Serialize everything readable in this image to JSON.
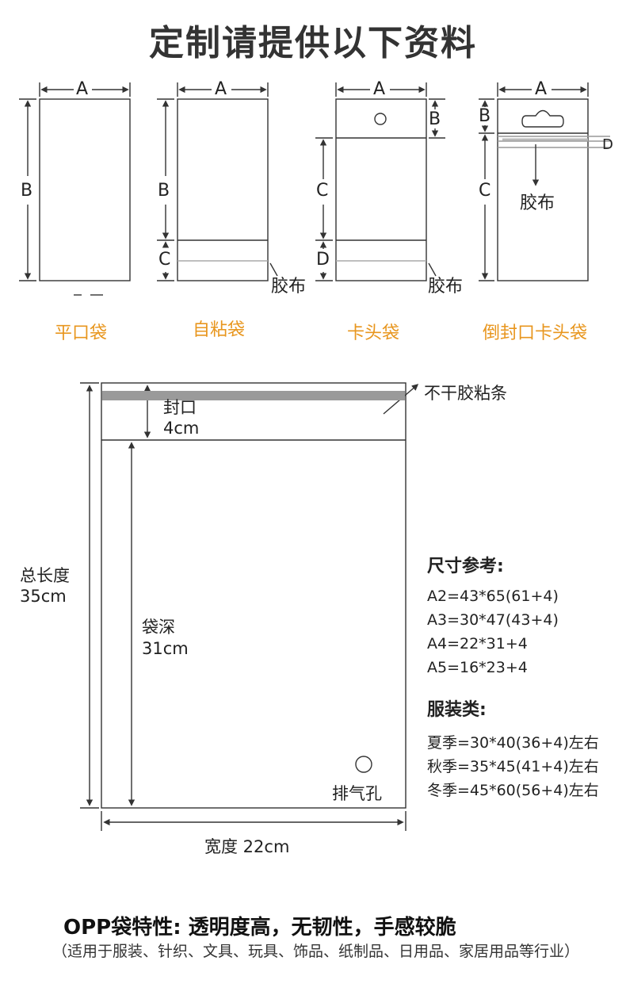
{
  "title": "定制请提供以下资料",
  "bag_types": [
    {
      "caption": "平口袋",
      "labels": {
        "a": "A",
        "b": "B"
      }
    },
    {
      "caption": "自粘袋",
      "labels": {
        "a": "A",
        "b": "B",
        "c": "C",
        "tape": "胶布"
      }
    },
    {
      "caption": "卡头袋",
      "labels": {
        "a": "A",
        "b": "B",
        "c": "C",
        "d": "D",
        "tape": "胶布"
      }
    },
    {
      "caption": "倒封口卡头袋",
      "labels": {
        "a": "A",
        "b": "B",
        "c": "C",
        "d": "D",
        "tape": "胶布"
      }
    }
  ],
  "main_diagram": {
    "adhesive_label": "不干胶粘条",
    "seal_label": "封口",
    "seal_value": "4cm",
    "total_length_label": "总长度",
    "total_length_value": "35cm",
    "depth_label": "袋深",
    "depth_value": "31cm",
    "vent_label": "排气孔",
    "width_label": "宽度 22cm"
  },
  "size_reference": {
    "heading": "尺寸参考:",
    "items": [
      "A2=43*65(61+4)",
      "A3=30*47(43+4)",
      "A4=22*31+4",
      "A5=16*23+4"
    ]
  },
  "clothing": {
    "heading": "服装类:",
    "items": [
      "夏季=30*40(36+4)左右",
      "秋季=35*45(41+4)左右",
      "冬季=45*60(56+4)左右"
    ]
  },
  "footer": {
    "heading": "OPP袋特性: 透明度高，无韧性，手感较脆",
    "note": "（适用于服装、针织、文具、玩具、饰品、纸制品、日用品、家居用品等行业）"
  },
  "colors": {
    "caption": "#e8961e",
    "line": "#333333",
    "tape": "#9a9a9a"
  }
}
